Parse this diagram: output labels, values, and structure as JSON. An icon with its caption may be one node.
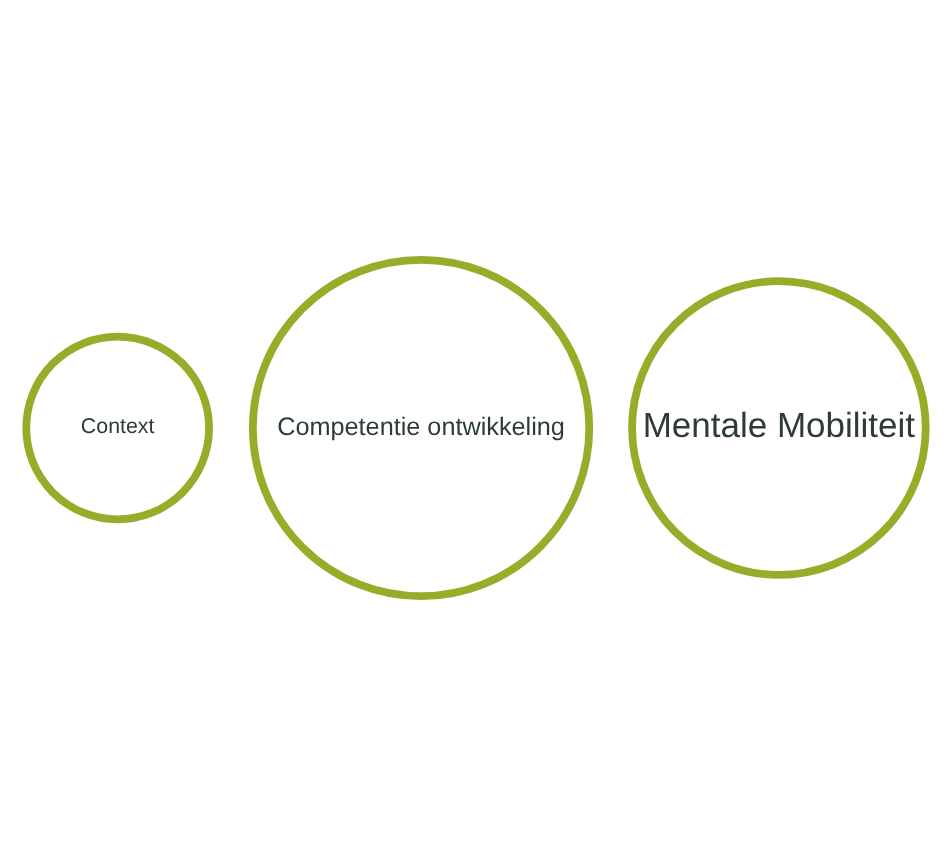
{
  "diagram": {
    "nodes": [
      {
        "text": [
          "Context"
        ]
      },
      {
        "text": [
          "Competentie ontwikkeling"
        ]
      },
      {
        "text": [
          "Mentale Mobiliteit"
        ]
      }
    ]
  }
}
